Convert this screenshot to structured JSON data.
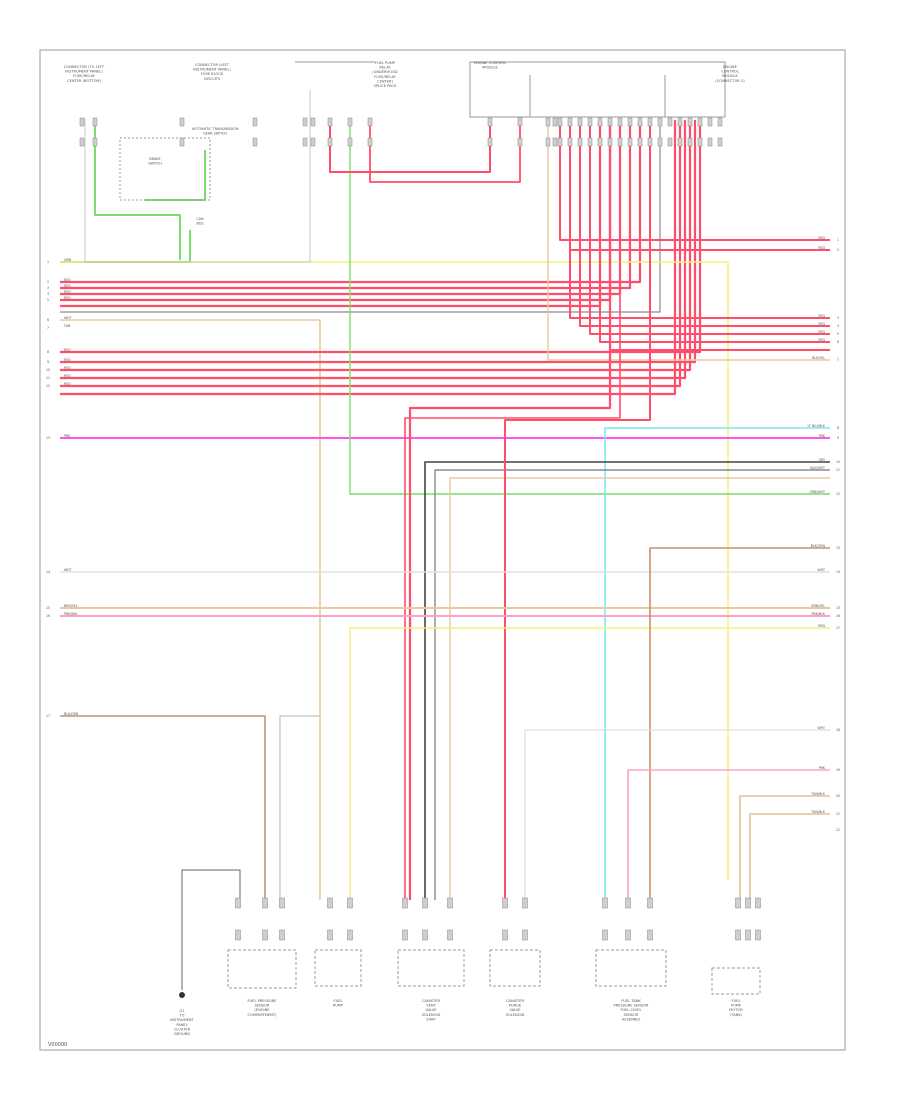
{
  "diagram": {
    "footer_code": "V00000",
    "colors": {
      "red": "#ff4d6a",
      "green": "#7ddc6e",
      "yellow": "#f6f07a",
      "magenta": "#ff55ee",
      "cyan": "#7fe7f0",
      "pink": "#ffa0c8",
      "tan": "#e8c9a0",
      "brown": "#c8906a",
      "gray": "#8a8a8a",
      "dkgray": "#444444",
      "outline": "#9a9a9a"
    },
    "top_components": [
      {
        "id": "c1",
        "text": "CONNECTOR (TO LEFT\nINSTRUMENT PANEL)\nFUSE/RELAY\nCENTER (BOTTOM)"
      },
      {
        "id": "c2",
        "text": "CONNECTOR (LEFT\nINSTRUMENT PANEL)\nFUSE BLOCK\nCIRCUITS"
      },
      {
        "id": "c3",
        "text": "FUEL PUMP\nRELAY\n(UNDERHOOD\nFUSE/RELAY\nCENTER)\nSPLICE PACK"
      },
      {
        "id": "c4",
        "text": "ENGINE CONTROL\nMODULE"
      },
      {
        "id": "c5",
        "text": "ENGINE\nCONTROL\nMODULE\n(CONNECTOR 2)"
      }
    ],
    "middle_labels": [
      {
        "id": "m1",
        "text": "AUTOMATIC TRANSMISSION\nGEAR SWITCH"
      },
      {
        "id": "m2",
        "text": "BRAKE\nSWITCH"
      },
      {
        "id": "m3",
        "text": "CAN\nBUS"
      }
    ],
    "bottom_components": [
      {
        "id": "b1",
        "text": "G1\nTO\nINSTRUMENT\nPANEL\nCLUSTER\nGROUND"
      },
      {
        "id": "b2",
        "text": "FUEL PRESSURE\nSENSOR\n(ENGINE\nCOMPARTMENT)"
      },
      {
        "id": "b3",
        "text": "FUEL\nPUMP"
      },
      {
        "id": "b4",
        "text": "CANISTER\nVENT\nVALVE\nSOLENOID\nEVAP"
      },
      {
        "id": "b5",
        "text": "CANISTER\nPURGE\nVALVE\nSOLENOID"
      },
      {
        "id": "b6",
        "text": "FUEL TANK\nPRESSURE SENSOR\nFUEL LEVEL\nSENSOR\nASSEMBLY"
      },
      {
        "id": "b7",
        "text": "FUEL\nPUMP\nMOTOR\n(TANK)"
      }
    ],
    "wire_labels_left": [
      {
        "id": "w1",
        "text": "GRN"
      },
      {
        "id": "w2",
        "text": "RED"
      },
      {
        "id": "w3",
        "text": "RED"
      },
      {
        "id": "w4",
        "text": "RED"
      },
      {
        "id": "w5",
        "text": "RED"
      },
      {
        "id": "w6",
        "text": "WHT"
      },
      {
        "id": "w7",
        "text": "TAN"
      },
      {
        "id": "w8",
        "text": "RED"
      },
      {
        "id": "w9",
        "text": "RED"
      },
      {
        "id": "w10",
        "text": "RED"
      },
      {
        "id": "w11",
        "text": "RED"
      },
      {
        "id": "w12",
        "text": "RED"
      },
      {
        "id": "w13",
        "text": "PNK"
      },
      {
        "id": "w14",
        "text": "WHT"
      },
      {
        "id": "w15",
        "text": "BRN/YEL"
      },
      {
        "id": "w16",
        "text": "PNK/BLK"
      },
      {
        "id": "w17",
        "text": "BLK/ORN"
      }
    ],
    "wire_labels_right": [
      {
        "id": "r1",
        "text": "RED"
      },
      {
        "id": "r2",
        "text": "RED"
      },
      {
        "id": "r3",
        "text": "RED"
      },
      {
        "id": "r4",
        "text": "RED"
      },
      {
        "id": "r5",
        "text": "RED"
      },
      {
        "id": "r6",
        "text": "RED"
      },
      {
        "id": "r7",
        "text": "BLK/YEL"
      },
      {
        "id": "r8",
        "text": "LT BLU/BLK"
      },
      {
        "id": "r9",
        "text": "PNK"
      },
      {
        "id": "r10",
        "text": "GRY"
      },
      {
        "id": "r11",
        "text": "BLK/WHT"
      },
      {
        "id": "r12",
        "text": "GRN/WHT"
      },
      {
        "id": "r13",
        "text": "BLK/ORN"
      },
      {
        "id": "r14",
        "text": "WHT"
      },
      {
        "id": "r15",
        "text": "BRN/YEL"
      },
      {
        "id": "r16",
        "text": "PNK/BLK"
      },
      {
        "id": "r17",
        "text": "RED"
      },
      {
        "id": "r18",
        "text": "WHT"
      },
      {
        "id": "r19",
        "text": "PNK"
      },
      {
        "id": "r20",
        "text": "TAN/BLK"
      },
      {
        "id": "r21",
        "text": "TAN/BLK"
      }
    ],
    "left_numbers": [
      "1",
      "2",
      "3",
      "4",
      "5",
      "6",
      "7",
      "8",
      "9",
      "10",
      "11",
      "12",
      "13",
      "14",
      "15",
      "16",
      "17"
    ],
    "right_numbers": [
      "1",
      "2",
      "3",
      "4",
      "5",
      "6",
      "7",
      "8",
      "9",
      "10",
      "11",
      "12",
      "13",
      "14",
      "15",
      "16",
      "17",
      "18",
      "19",
      "20",
      "21",
      "22"
    ]
  }
}
